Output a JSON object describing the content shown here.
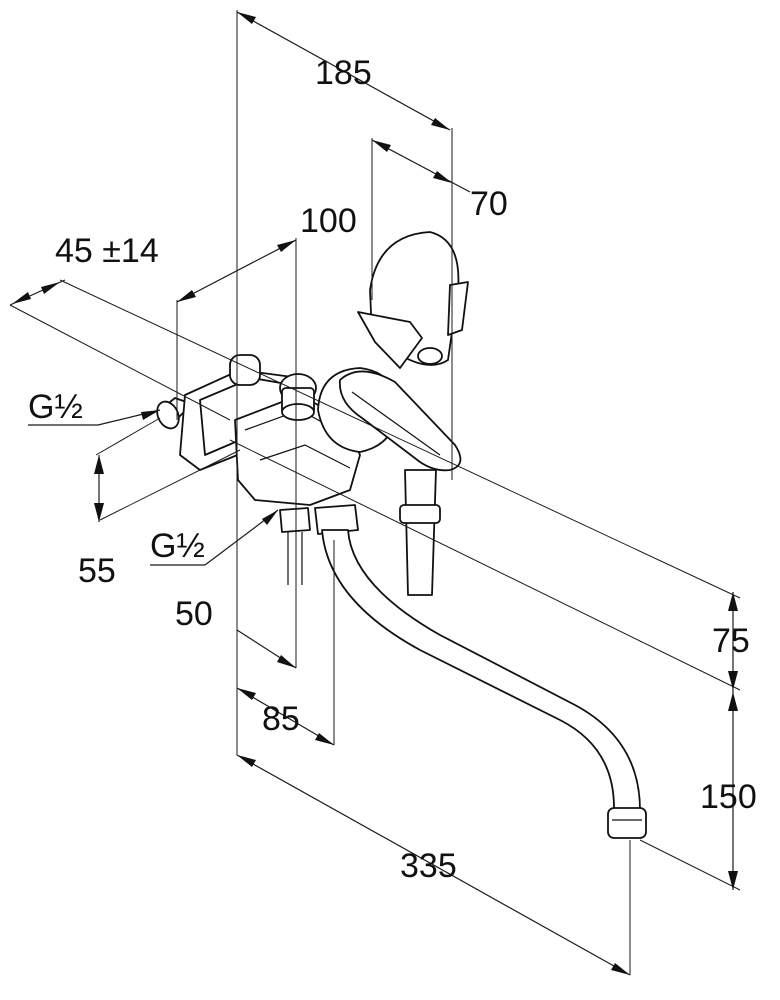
{
  "dimensions": {
    "width_overall": "185",
    "handshower_offset": "70",
    "center_span": "100",
    "eccentric_range": "45 ±14",
    "thread_side": "G½",
    "height_inlet": "55",
    "thread_bottom": "G½",
    "inlet_offset": "50",
    "spout_offset": "85",
    "spout_reach": "335",
    "height_top": "75",
    "height_spout": "150"
  },
  "colors": {
    "line": "#111111",
    "background": "#ffffff"
  }
}
